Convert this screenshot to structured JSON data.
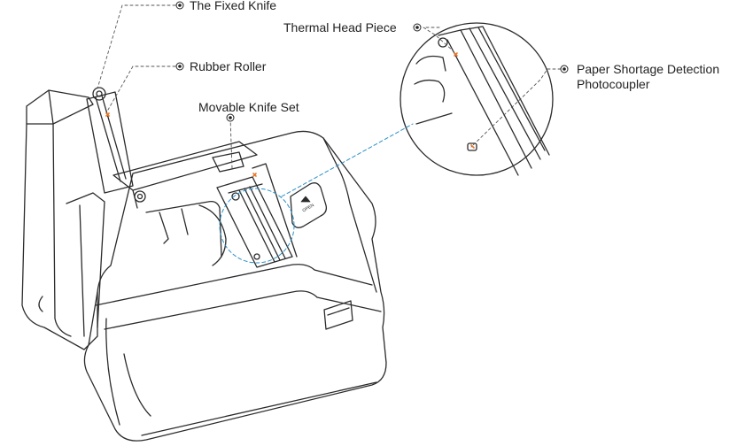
{
  "colors": {
    "outline": "#2b2b2b",
    "leader": "#555555",
    "callout_line": "#2a8fc9",
    "accent_marker": "#e8782a",
    "background": "#ffffff"
  },
  "labels": {
    "fixed_knife": "The Fixed Knife",
    "rubber_roller": "Rubber Roller",
    "movable_knife_set": "Movable Knife Set",
    "thermal_head_piece": "Thermal Head Piece",
    "paper_shortage_line1": "Paper Shortage Detection",
    "paper_shortage_line2": "Photocoupler"
  },
  "icons": {
    "pointer": "target-dot-icon",
    "open_button": "open-arrow-icon"
  },
  "button_text": "OPEN"
}
